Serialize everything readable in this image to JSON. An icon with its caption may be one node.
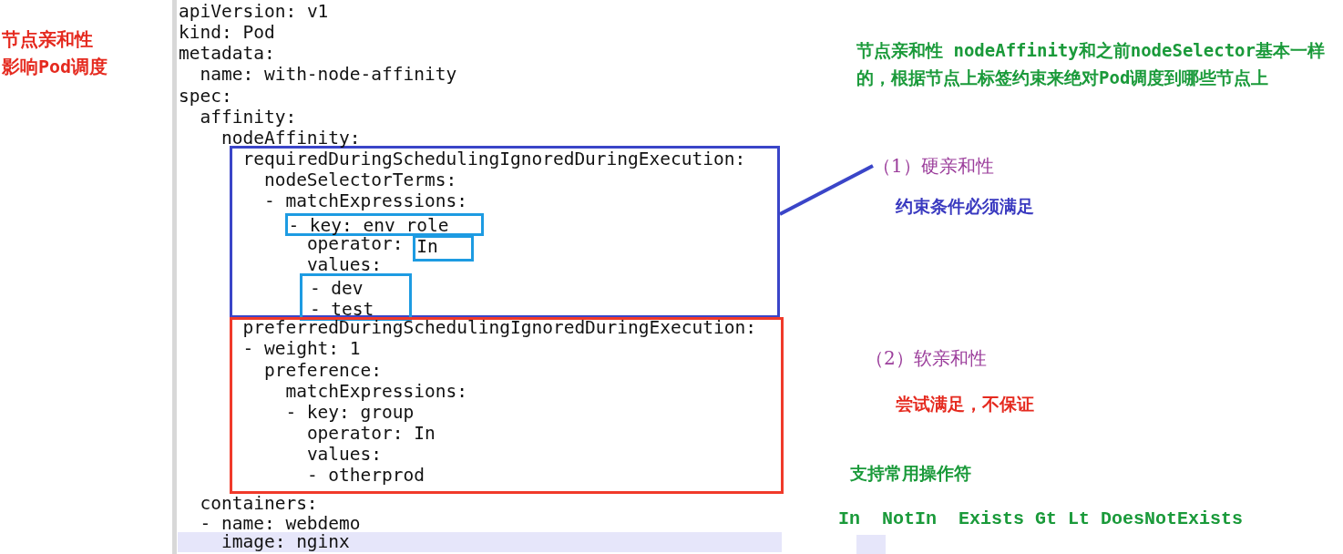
{
  "diagram": {
    "nodes": [
      {
        "text": [
          "requiredDuringSchedulingIgnoredDuringExecution:",
          "nodeSelectorTerms:",
          "- matchExpressions:",
          "operator:",
          "values:"
        ]
      },
      {
        "text": [
          "- key: env role"
        ],
        "in": 0
      },
      {
        "text": [
          "In"
        ],
        "in": 0
      },
      {
        "text": [
          "- dev",
          "- test"
        ],
        "in": 0
      },
      {
        "text": [
          "preferredDuringSchedulingIgnoredDuringExecution:",
          "- weight: 1",
          "preference:",
          "matchExpressions:",
          "- key: group",
          "operator: In",
          "values:",
          "- otherprod"
        ]
      },
      {
        "text": [
          "（1）硬亲和性"
        ]
      }
    ],
    "edges": [
      {
        "from": 0,
        "to": 5,
        "arrow": "none"
      }
    ],
    "labels": [
      "节点亲和性影响Pod调度",
      "apiVersion: v1",
      "kind: Pod",
      "metadata:",
      "name: with-node-affinity",
      "spec:",
      "affinity:",
      "nodeAffinity:",
      "节点亲和性 nodeAffinity和之前nodeSelector基本一样的，根据节点上标签约束来绝对Pod调度到哪些节点上",
      "约束条件必须满足",
      "（2）软亲和性",
      "尝试满足，不保证",
      "支持常用操作符",
      "containers:",
      "- name: webdemo",
      "image: nginx",
      "In  NotIn  Exists Gt Lt DoesNotExists"
    ]
  }
}
